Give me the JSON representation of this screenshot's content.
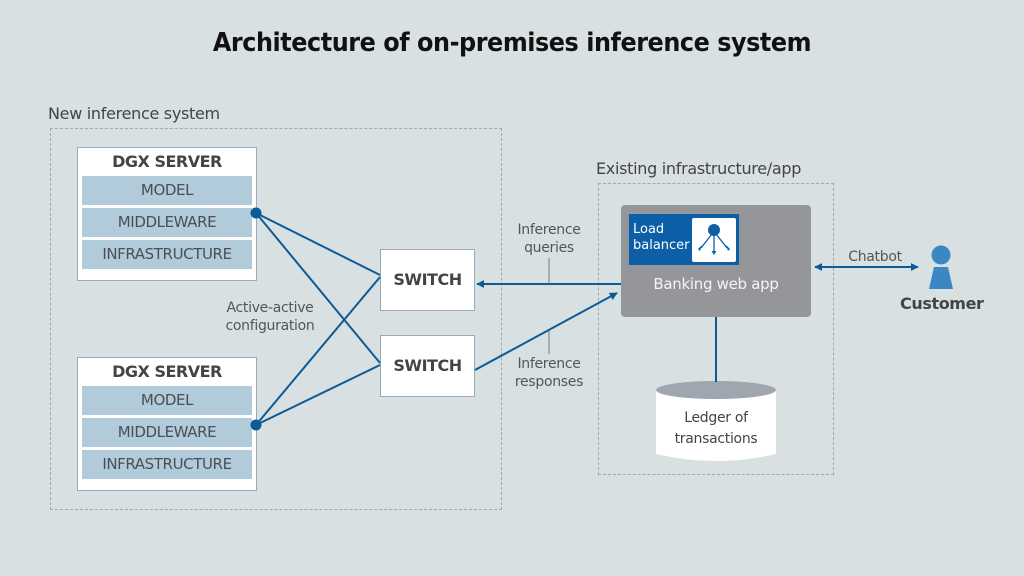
{
  "title": "Architecture of on-premises inference system",
  "groups": {
    "new_system": {
      "label": "New inference system"
    },
    "existing": {
      "label": "Existing infrastructure/app"
    }
  },
  "servers": [
    {
      "title": "DGX SERVER",
      "layers": [
        "MODEL",
        "MIDDLEWARE",
        "INFRASTRUCTURE"
      ]
    },
    {
      "title": "DGX SERVER",
      "layers": [
        "MODEL",
        "MIDDLEWARE",
        "INFRASTRUCTURE"
      ]
    }
  ],
  "switches": [
    {
      "label": "SWITCH"
    },
    {
      "label": "SWITCH"
    }
  ],
  "annotations": {
    "active_active": [
      "Active-active",
      "configuration"
    ],
    "queries": [
      "Inference",
      "queries"
    ],
    "responses": [
      "Inference",
      "responses"
    ],
    "chatbot": "Chatbot"
  },
  "webapp": {
    "load_balancer": [
      "Load",
      "balancer"
    ],
    "label": "Banking web app",
    "load_balancer_icon": "load-balancer-icon"
  },
  "database": {
    "label": [
      "Ledger of",
      "transactions"
    ]
  },
  "customer": {
    "label": "Customer",
    "icon": "person-icon"
  },
  "colors": {
    "background": "#d8e0e2",
    "line_blue": "#0c5a96",
    "layer_fill": "#b2cbdb",
    "webapp_gray": "#949699",
    "load_balancer_blue": "#0c5fa7",
    "customer_blue": "#3b87c4"
  }
}
